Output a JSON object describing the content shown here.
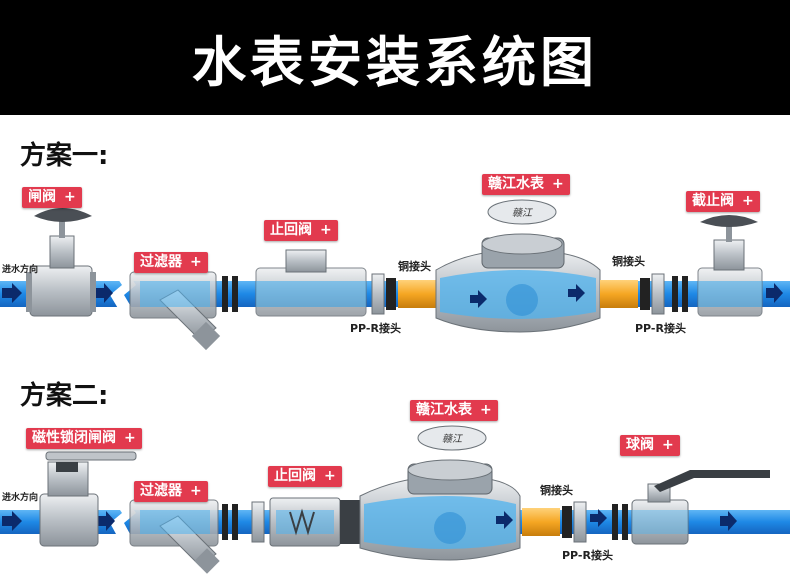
{
  "title": "水表安装系统图",
  "scheme1": {
    "title": "方案一:",
    "inlet_label": "进水方向",
    "tags": {
      "gate_valve": "闸阀",
      "filter": "过滤器",
      "check_valve": "止回阀",
      "meter": "赣江水表",
      "stop_valve": "截止阀"
    },
    "labels": {
      "copper_left": "铜接头",
      "copper_right": "铜接头",
      "ppr_left": "PP-R接头",
      "ppr_right": "PP-R接头"
    }
  },
  "scheme2": {
    "title": "方案二:",
    "inlet_label": "进水方向",
    "tags": {
      "magnetic_valve": "磁性锁闭闸阀",
      "filter": "过滤器",
      "check_valve": "止回阀",
      "meter": "赣江水表",
      "ball_valve": "球阀"
    },
    "labels": {
      "copper": "铜接头",
      "ppr": "PP-R接头"
    }
  },
  "plus_sign": "+",
  "brand_mark": "赣江",
  "colors": {
    "pipe_blue": "#1e88e5",
    "water_light": "#4fb3ef",
    "tag_red": "#e23a4e",
    "copper_orange": "#f5a623",
    "metal": "#c9ced3"
  }
}
